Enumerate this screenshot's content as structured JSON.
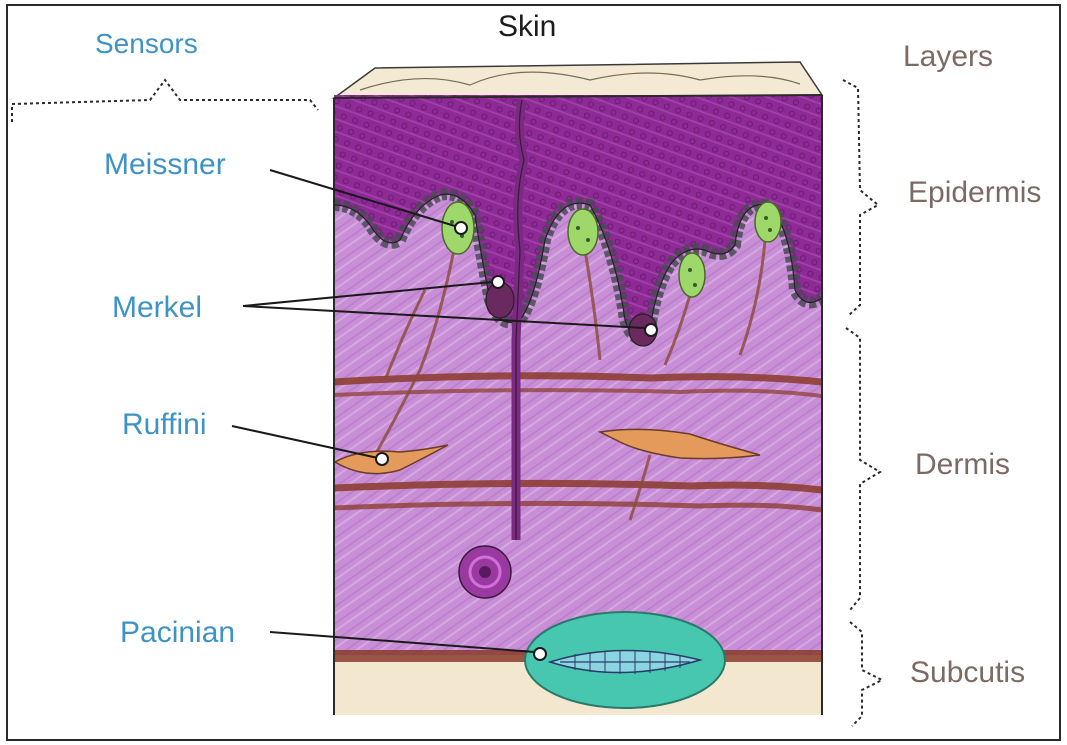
{
  "title": "Skin",
  "sensors_heading": "Sensors",
  "layers_heading": "Layers",
  "sensors": {
    "meissner": "Meissner",
    "merkel": "Merkel",
    "ruffini": "Ruffini",
    "pacinian": "Pacinian"
  },
  "layers": {
    "epidermis": "Epidermis",
    "dermis": "Dermis",
    "subcutis": "Subcutis"
  },
  "colors": {
    "sensor_label": "#3e93c6",
    "layer_label": "#7d6a63",
    "epidermis": "#8e2a96",
    "dermis": "#c88fd6",
    "subcutis": "#f3e8cf",
    "fat_band": "#8a3a2a",
    "pacinian_capsule": "#48c7b0",
    "meissner_corpuscle": "#9fd86a",
    "ruffini_ending": "#e39a5a"
  }
}
